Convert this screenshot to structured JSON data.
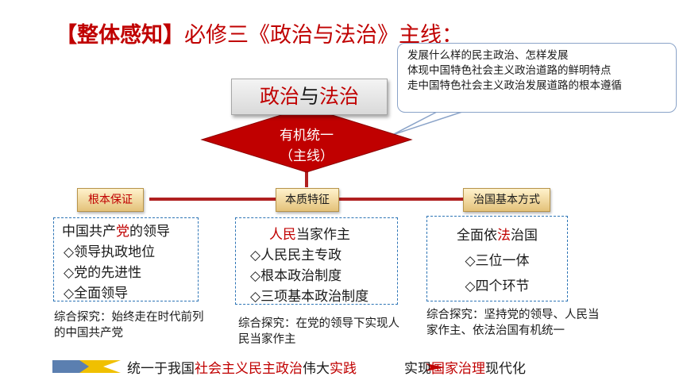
{
  "title": {
    "bracket_part": "【整体感知】",
    "main_part": "必修三《政治与法治》主线："
  },
  "callout": {
    "lines": [
      "发展什么样的民主政治、怎样发展",
      "体现中国特色社会主义政治道路的鲜明特点",
      "走中国特色社会主义政治发展道路的根本遵循"
    ]
  },
  "top_box": {
    "part1": "政治",
    "part2": "与",
    "part3": "法治"
  },
  "diamond": {
    "line1": "有机统一",
    "line2": "（主线）"
  },
  "tags": {
    "left": "根本保证",
    "middle": "本质特征",
    "right": "治国基本方式"
  },
  "left_box": {
    "heading_a": "中国共产",
    "heading_b": "党",
    "heading_c": "的领导",
    "items": [
      "◇领导执政地位",
      "◇党的先进性",
      "◇全面领导"
    ]
  },
  "middle_box": {
    "heading_a": "人民",
    "heading_b": "当家作主",
    "items": [
      "◇人民民主专政",
      "◇根本政治制度",
      "◇三项基本政治制度"
    ]
  },
  "right_box": {
    "heading_a": "全面依",
    "heading_b": "法",
    "heading_c": "治国",
    "items": [
      "◇三位一体",
      "◇四个环节"
    ]
  },
  "notes": {
    "left": "综合探究：始终走在时代前列的中国共产党",
    "middle": "综合探究：在党的领导下实现人民当家作主",
    "right": "综合探究：坚持党的领导、人民当家作主、依法治国有机统一"
  },
  "bottom": {
    "s1": "统一于我国",
    "s2": "社会主义民主政治",
    "s3": "伟大",
    "s4": "实践",
    "s5": "实现",
    "s6": "国家治理",
    "s7": "现代化"
  },
  "colors": {
    "accent_red": "#c00000",
    "dash_blue": "#2e75b6",
    "tag_gold": "#e4c27a",
    "arrow_blue": "#5b7fb0",
    "arrow_gold": "#f0c000"
  }
}
